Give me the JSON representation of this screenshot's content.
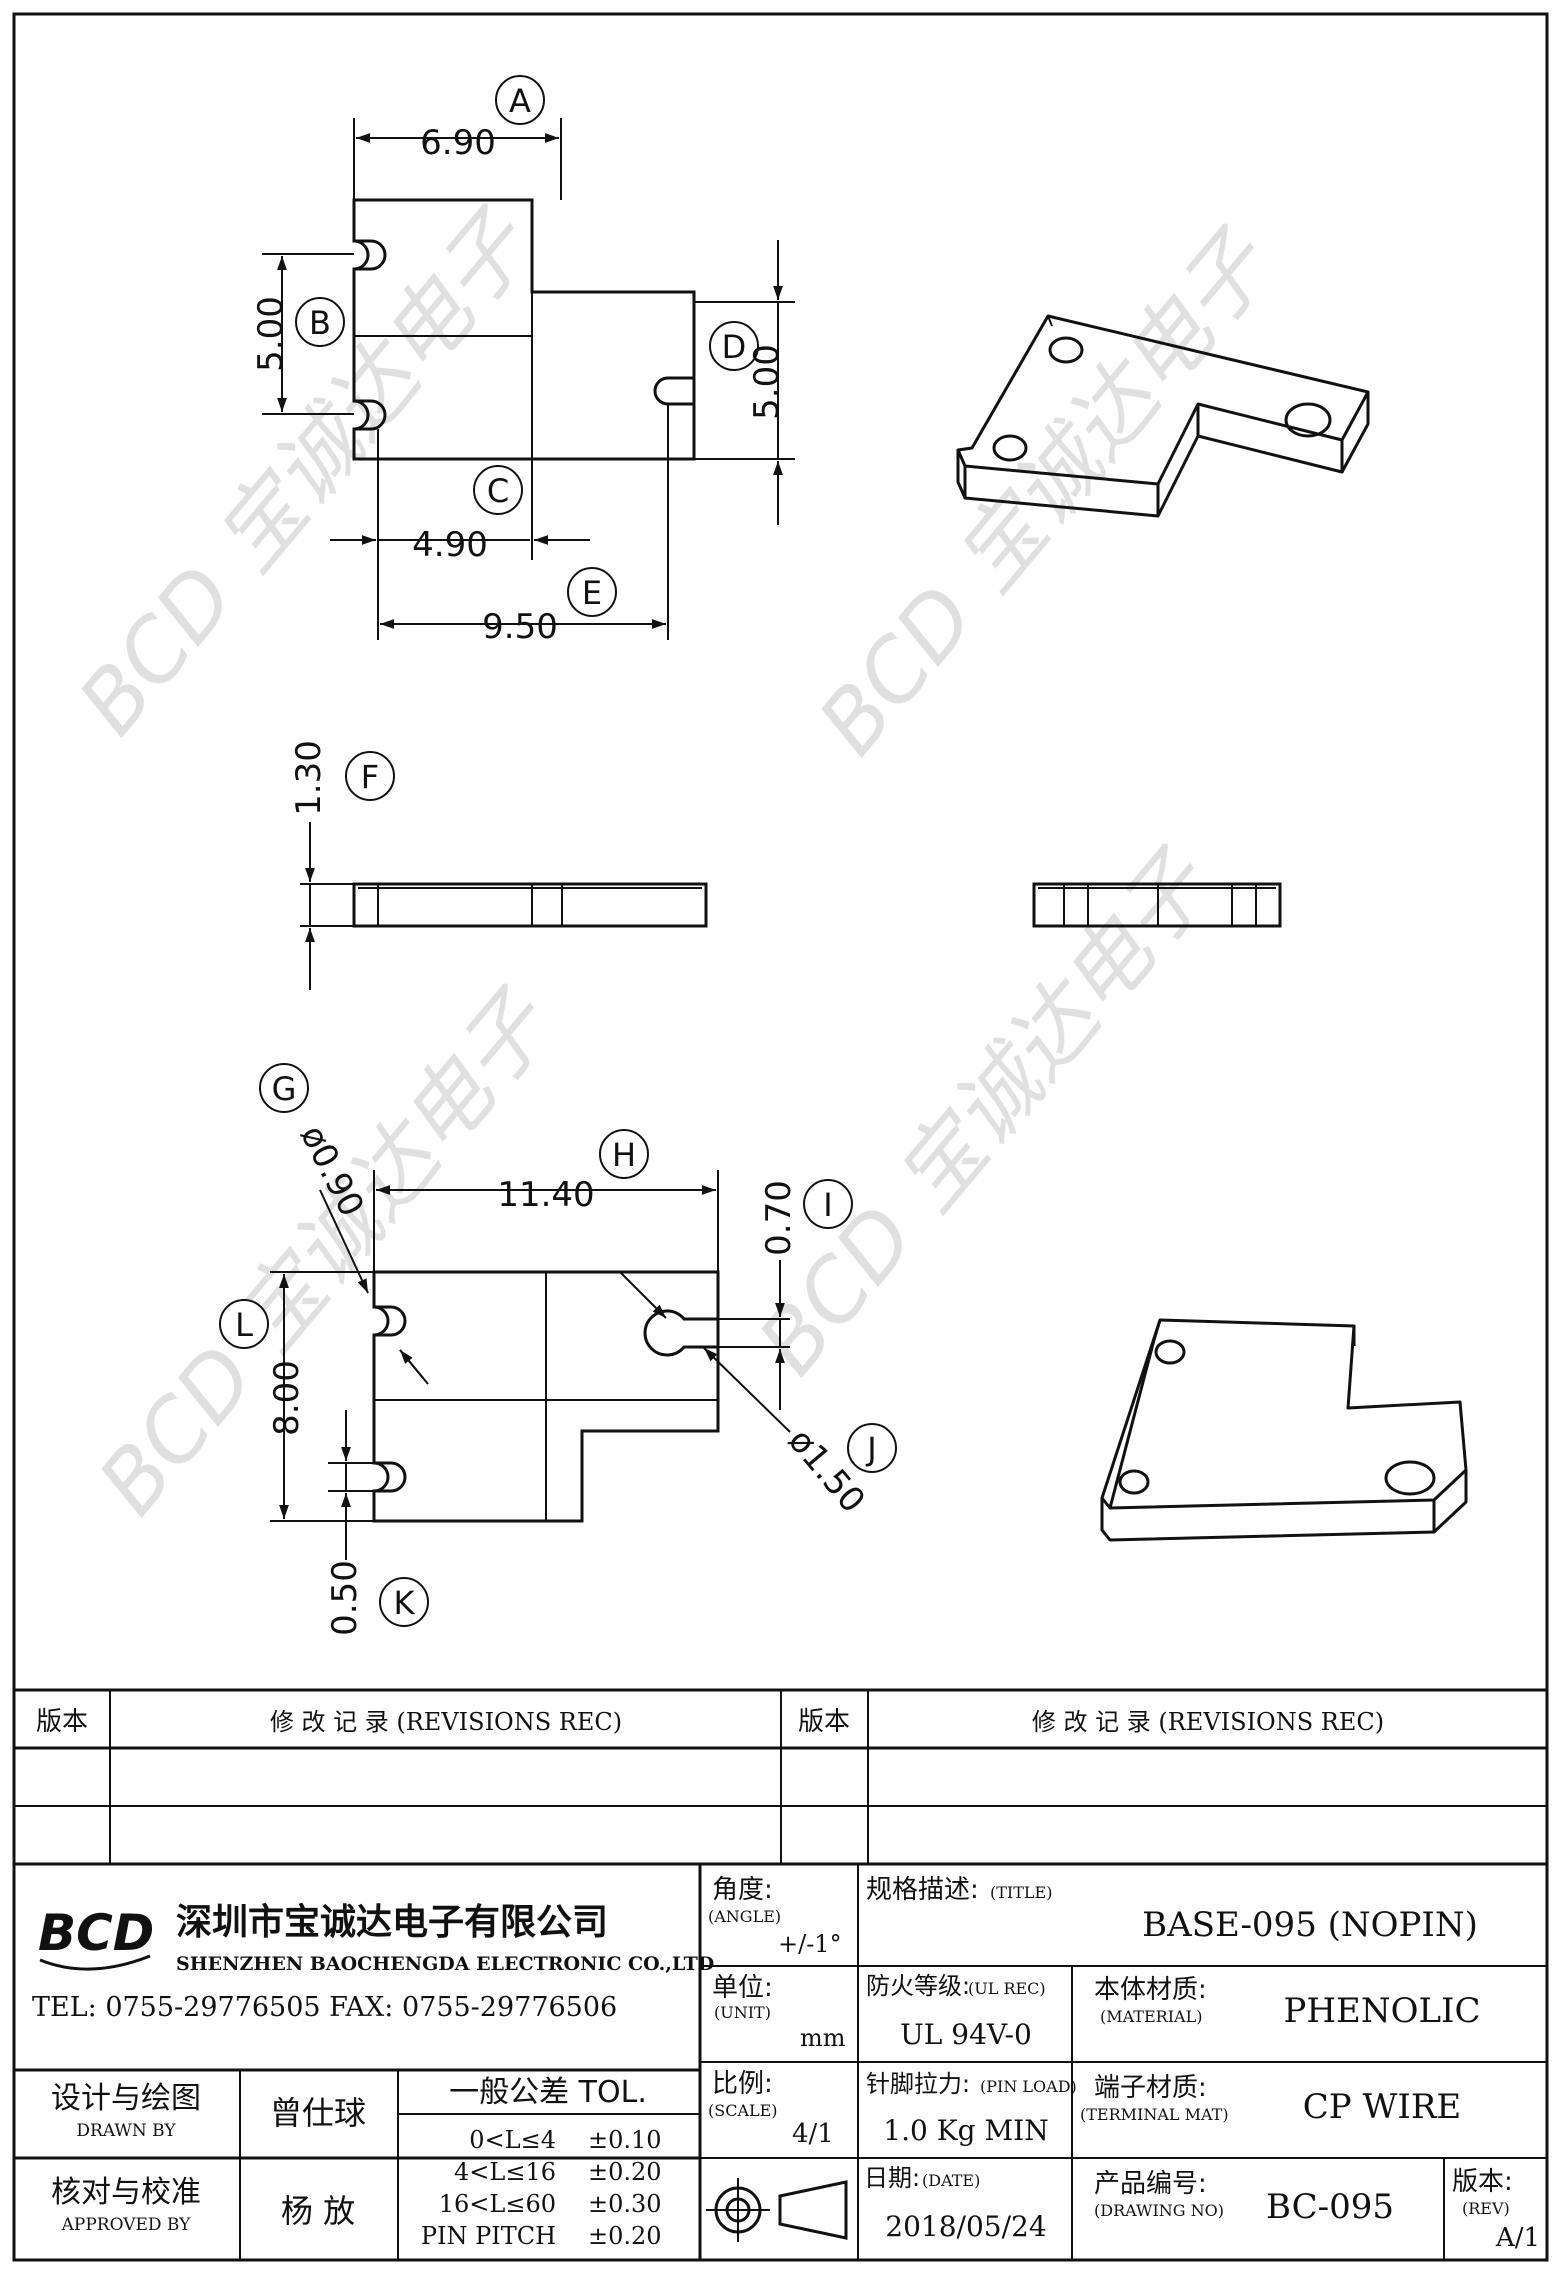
{
  "drawing": {
    "dimensions": {
      "A": {
        "tag": "A",
        "value": "6.90"
      },
      "B": {
        "tag": "B",
        "value": "5.00"
      },
      "C": {
        "tag": "C",
        "value": "4.90"
      },
      "D": {
        "tag": "D",
        "value": "5.00"
      },
      "E": {
        "tag": "E",
        "value": "9.50"
      },
      "F": {
        "tag": "F",
        "value": "1.30"
      },
      "G": {
        "tag": "G",
        "value": "ø0.90"
      },
      "H": {
        "tag": "H",
        "value": "11.40"
      },
      "I": {
        "tag": "I",
        "value": "0.70"
      },
      "J": {
        "tag": "J",
        "value": "ø1.50"
      },
      "K": {
        "tag": "K",
        "value": "0.50"
      },
      "L": {
        "tag": "L",
        "value": "8.00"
      }
    },
    "watermark": "BCD 宝诚达电子"
  },
  "title_block": {
    "revisions": {
      "col_version": "版本",
      "col_record": "修  改  记  录  (REVISIONS REC)"
    },
    "company": {
      "logo": "BCD",
      "name_cn": "深圳市宝诚达电子有限公司",
      "name_en": "SHENZHEN BAOCHENGDA ELECTRONIC CO.,LTD",
      "tel_fax": "TEL: 0755-29776505  FAX: 0755-29776506"
    },
    "angle": {
      "label": "角度:",
      "label_en": "(ANGLE)",
      "value": "+/-1°"
    },
    "unit": {
      "label": "单位:",
      "label_en": "(UNIT)",
      "value": "mm"
    },
    "scale": {
      "label": "比例:",
      "label_en": "(SCALE)",
      "value": "4/1"
    },
    "title": {
      "label": "规格描述:",
      "label_en": "(TITLE)",
      "value": "BASE-095 (NOPIN)"
    },
    "ul": {
      "label": "防火等级:",
      "label_en": "(UL REC)",
      "value": "UL 94V-0"
    },
    "material": {
      "label": "本体材质:",
      "label_en": "(MATERIAL)",
      "value": "PHENOLIC"
    },
    "pin_load": {
      "label": "针脚拉力:",
      "label_en": "(PIN LOAD)",
      "value": "1.0 Kg MIN"
    },
    "terminal": {
      "label": "端子材质:",
      "label_en": "(TERMINAL MAT)",
      "value": "CP WIRE"
    },
    "date": {
      "label": "日期:",
      "label_en": "(DATE)",
      "value": "2018/05/24"
    },
    "drawing_no": {
      "label": "产品编号:",
      "label_en": "(DRAWING NO)",
      "value": "BC-095"
    },
    "rev": {
      "label": "版本:",
      "label_en": "(REV)",
      "value": "A/1"
    },
    "drawn": {
      "label": "设计与绘图",
      "label_en": "DRAWN BY",
      "name": "曾仕球"
    },
    "approved": {
      "label": "核对与校准",
      "label_en": "APPROVED BY",
      "name": "杨  放"
    },
    "tolerance": {
      "title": "一般公差 TOL.",
      "rows": [
        {
          "range": "0<L≤4",
          "tol": "±0.10"
        },
        {
          "range": "4<L≤16",
          "tol": "±0.20"
        },
        {
          "range": "16<L≤60",
          "tol": "±0.30"
        },
        {
          "range": "PIN PITCH",
          "tol": "±0.20"
        }
      ]
    }
  }
}
